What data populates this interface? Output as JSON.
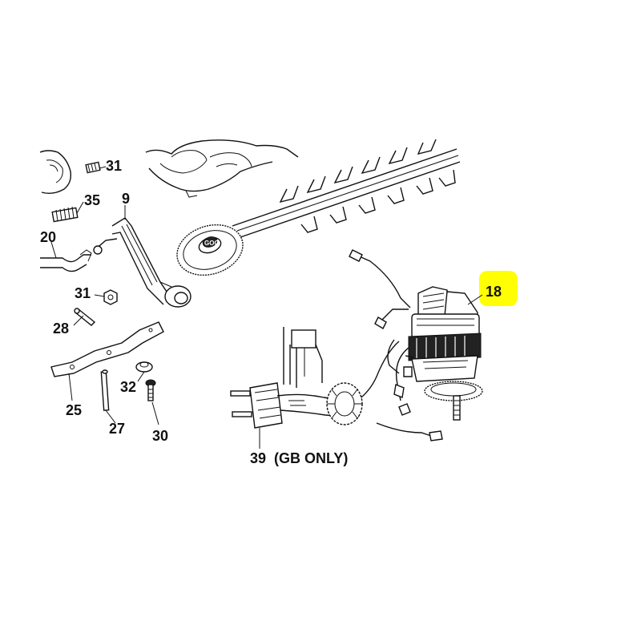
{
  "labels": {
    "p31a": "31",
    "p35": "35",
    "p9": "9",
    "p20": "20",
    "p31b": "31",
    "p28": "28",
    "p25": "25",
    "p27": "27",
    "p32": "32",
    "p30": "30",
    "p18": "18",
    "p39": "39  (GB ONLY)"
  },
  "highlight_color": "#ffff00"
}
